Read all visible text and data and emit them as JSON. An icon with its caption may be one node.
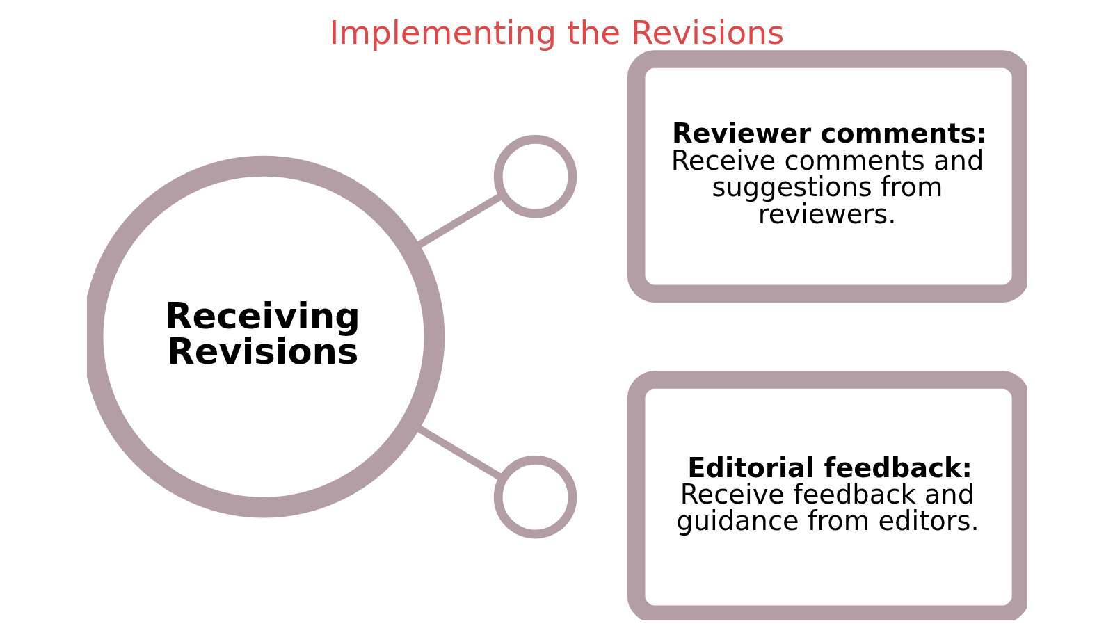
{
  "diagram": {
    "title": "Implementing the Revisions",
    "nodes": [
      {
        "text": [
          "Receiving Revisions"
        ]
      },
      {
        "text": [],
        "shape": "circle"
      },
      {
        "text": [
          "Reviewer comments:",
          "Receive comments and suggestions from reviewers."
        ]
      },
      {
        "text": [],
        "shape": "circle"
      },
      {
        "text": [
          "Editorial feedback:",
          "Receive feedback and guidance from editors."
        ]
      }
    ],
    "edges": [
      {
        "from": 0,
        "to": 1,
        "arrow": "none"
      },
      {
        "from": 0,
        "to": 3,
        "arrow": "none"
      }
    ]
  }
}
